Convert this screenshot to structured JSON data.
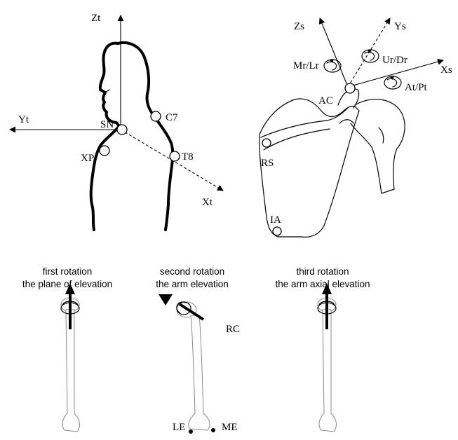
{
  "thorax": {
    "axis_labels": {
      "zt": "Zt",
      "yt": "Yt",
      "xt": "Xt"
    },
    "landmarks": {
      "sn": "SN",
      "c7": "C7",
      "xp": "XP",
      "t8": "T8"
    }
  },
  "scapula": {
    "axis_labels": {
      "zs": "Zs",
      "ys": "Ys",
      "xs": "Xs"
    },
    "rotation_labels": {
      "mr_lr": "Mr/Lr",
      "ur_dr": "Ur/Dr",
      "at_pt": "At/Pt"
    },
    "landmarks": {
      "ac": "AC",
      "rs": "RS",
      "ia": "IA"
    }
  },
  "humerus_panels": [
    {
      "line1": "first rotation",
      "line2": "the plane of elevation"
    },
    {
      "line1": "second rotation",
      "line2": "the arm elevation"
    },
    {
      "line1": "third rotation",
      "line2": "the arm axial elevation"
    }
  ],
  "humerus_landmarks": {
    "rc": "RC",
    "le": "LE",
    "me": "ME"
  }
}
